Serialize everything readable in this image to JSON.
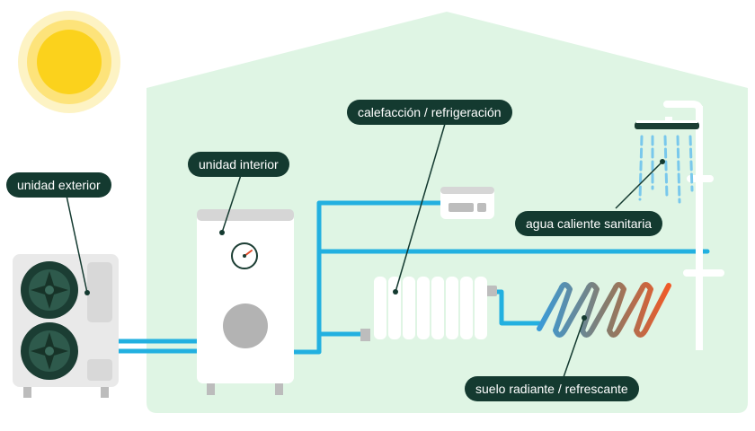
{
  "labels": {
    "outdoor_unit": "unidad exterior",
    "indoor_unit": "unidad interior",
    "heating_cooling": "calefacción / refrigeración",
    "hot_water": "agua caliente sanitaria",
    "floor_heating": "suelo radiante / refrescante"
  },
  "colors": {
    "house_fill": "#dff5e4",
    "pipe": "#22b0e0",
    "label_bg": "#143a30",
    "sun": "#fbd21c",
    "fan_dark": "#1b3d33",
    "floor_coil_cool": "#3a9bd8",
    "floor_coil_warm": "#f05a28"
  },
  "icons": {
    "sun": "sun-icon",
    "outdoor_unit": "heat-pump-outdoor-icon",
    "indoor_unit": "boiler-tank-icon",
    "thermostat": "thermostat-icon",
    "radiator": "radiator-icon",
    "shower": "shower-icon",
    "floor_heating": "floor-heating-coil-icon"
  }
}
